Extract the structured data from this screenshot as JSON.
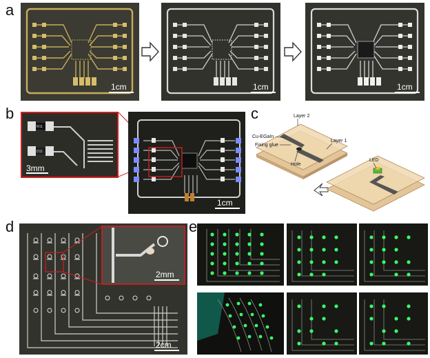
{
  "panels": {
    "a": {
      "letter": "a",
      "scale": [
        "1cm",
        "1cm",
        "1cm"
      ]
    },
    "b": {
      "letter": "b",
      "inset_scale": "3mm",
      "main_scale": "1cm",
      "inset_labels": [
        "R11",
        "D11"
      ]
    },
    "c": {
      "letter": "c",
      "labels": {
        "layer2": "Layer 2",
        "layer1": "Layer 1",
        "cu_egain": "Cu-EGaIn",
        "fixing_glue": "Fixing glue",
        "hole": "Hole",
        "led": "LED"
      }
    },
    "d": {
      "letter": "d",
      "inset_scale": "2mm",
      "main_scale": "2cm"
    },
    "e": {
      "letter": "e"
    }
  },
  "colors": {
    "gold": "#c9ad5a",
    "silver": "#d8d8d8",
    "board": "#3f3f3a",
    "red": "#d21e1e",
    "blue_led": "#7b8cff",
    "green_led": "#39ff6a"
  }
}
